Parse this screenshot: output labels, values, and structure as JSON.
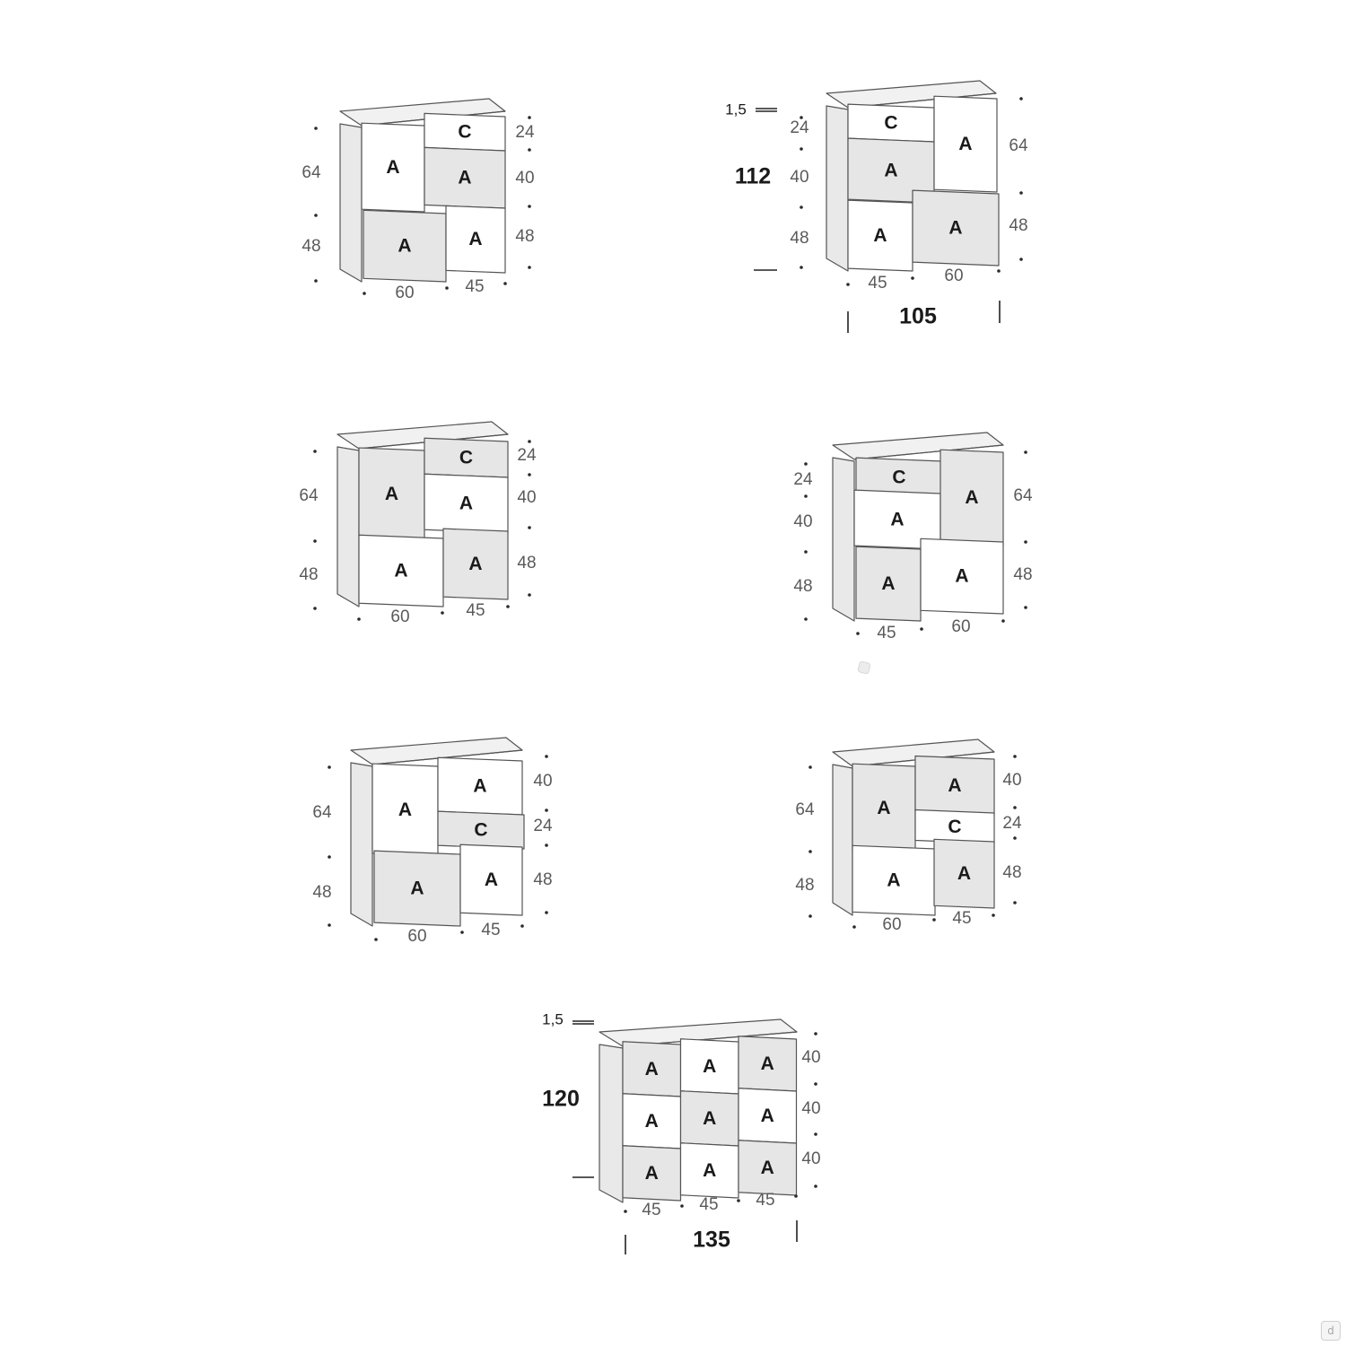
{
  "colors": {
    "panel_grey": "#e6e6e6",
    "panel_white": "#ffffff",
    "side": "#e9e9e9",
    "top": "#f1f1f1",
    "edge": "#555555",
    "text": "#1a1a1a",
    "dim_text": "#5a5a5a"
  },
  "diagrams": [
    {
      "panels": [
        {
          "label": "A",
          "fill": "white"
        },
        {
          "label": "C",
          "fill": "white"
        },
        {
          "label": "A",
          "fill": "grey"
        },
        {
          "label": "A",
          "fill": "grey"
        },
        {
          "label": "A",
          "fill": "white"
        }
      ],
      "dims": [
        "64",
        "48",
        "24",
        "40",
        "48",
        "60",
        "45"
      ]
    },
    {
      "panels": [
        {
          "label": "C",
          "fill": "white"
        },
        {
          "label": "A",
          "fill": "grey"
        },
        {
          "label": "A",
          "fill": "white"
        },
        {
          "label": "A",
          "fill": "white"
        },
        {
          "label": "A",
          "fill": "grey"
        }
      ],
      "dims": [
        "24",
        "40",
        "48",
        "64",
        "48",
        "45",
        "60"
      ],
      "overall": {
        "height": "112",
        "width": "105",
        "top_thickness": "1,5"
      }
    },
    {
      "panels": [
        {
          "label": "A",
          "fill": "grey"
        },
        {
          "label": "C",
          "fill": "grey"
        },
        {
          "label": "A",
          "fill": "white"
        },
        {
          "label": "A",
          "fill": "white"
        },
        {
          "label": "A",
          "fill": "grey"
        }
      ],
      "dims": [
        "64",
        "48",
        "24",
        "40",
        "48",
        "60",
        "45"
      ]
    },
    {
      "panels": [
        {
          "label": "C",
          "fill": "grey"
        },
        {
          "label": "A",
          "fill": "white"
        },
        {
          "label": "A",
          "fill": "grey"
        },
        {
          "label": "A",
          "fill": "grey"
        },
        {
          "label": "A",
          "fill": "white"
        }
      ],
      "dims": [
        "24",
        "40",
        "48",
        "64",
        "48",
        "45",
        "60"
      ]
    },
    {
      "panels": [
        {
          "label": "A",
          "fill": "white"
        },
        {
          "label": "A",
          "fill": "white"
        },
        {
          "label": "C",
          "fill": "grey"
        },
        {
          "label": "A",
          "fill": "grey"
        },
        {
          "label": "A",
          "fill": "white"
        }
      ],
      "dims": [
        "64",
        "48",
        "40",
        "24",
        "48",
        "60",
        "45"
      ]
    },
    {
      "panels": [
        {
          "label": "A",
          "fill": "grey"
        },
        {
          "label": "A",
          "fill": "grey"
        },
        {
          "label": "C",
          "fill": "white"
        },
        {
          "label": "A",
          "fill": "white"
        },
        {
          "label": "A",
          "fill": "grey"
        }
      ],
      "dims": [
        "64",
        "48",
        "40",
        "24",
        "48",
        "60",
        "45"
      ]
    },
    {
      "panels": [
        {
          "label": "A",
          "fill": "grey"
        },
        {
          "label": "A",
          "fill": "white"
        },
        {
          "label": "A",
          "fill": "grey"
        },
        {
          "label": "A",
          "fill": "white"
        },
        {
          "label": "A",
          "fill": "grey"
        },
        {
          "label": "A",
          "fill": "white"
        },
        {
          "label": "A",
          "fill": "grey"
        },
        {
          "label": "A",
          "fill": "white"
        },
        {
          "label": "A",
          "fill": "grey"
        }
      ],
      "dims": [
        "40",
        "40",
        "40",
        "45",
        "45",
        "45"
      ],
      "overall": {
        "height": "120",
        "width": "135",
        "top_thickness": "1,5"
      }
    }
  ],
  "watermark": {
    "icon": "d-logo-icon"
  }
}
